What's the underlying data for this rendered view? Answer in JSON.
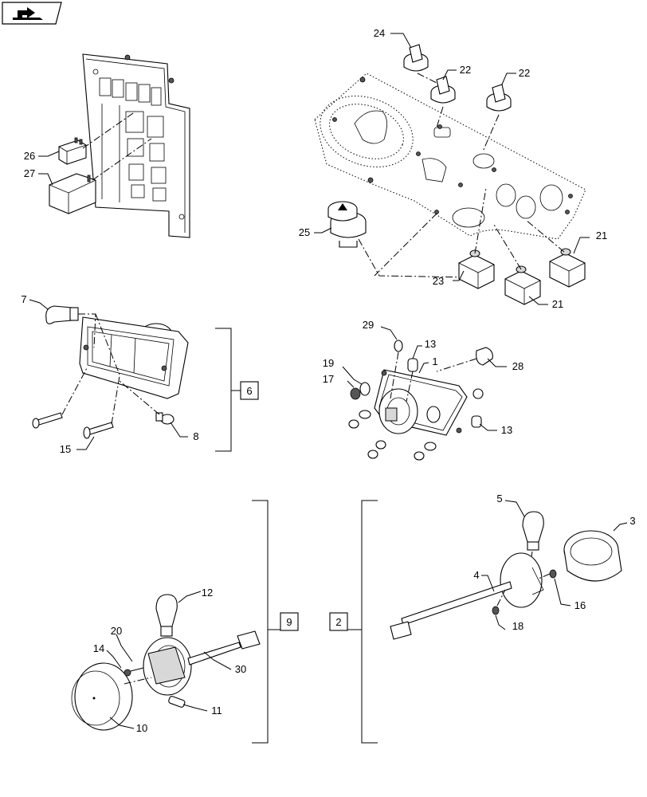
{
  "nav": {
    "icon": "arrow-back-icon"
  },
  "callouts": [
    {
      "id": "c24",
      "text": "24"
    },
    {
      "id": "c22a",
      "text": "22"
    },
    {
      "id": "c22b",
      "text": "22"
    },
    {
      "id": "c26",
      "text": "26"
    },
    {
      "id": "c27",
      "text": "27"
    },
    {
      "id": "c25",
      "text": "25"
    },
    {
      "id": "c21a",
      "text": "21"
    },
    {
      "id": "c23",
      "text": "23"
    },
    {
      "id": "c21b",
      "text": "21"
    },
    {
      "id": "c7",
      "text": "7"
    },
    {
      "id": "c15",
      "text": "15"
    },
    {
      "id": "c8",
      "text": "8"
    },
    {
      "id": "c29",
      "text": "29"
    },
    {
      "id": "c13a",
      "text": "13"
    },
    {
      "id": "c1",
      "text": "1"
    },
    {
      "id": "c19",
      "text": "19"
    },
    {
      "id": "c17",
      "text": "17"
    },
    {
      "id": "c28",
      "text": "28"
    },
    {
      "id": "c13b",
      "text": "13"
    },
    {
      "id": "c5",
      "text": "5"
    },
    {
      "id": "c3",
      "text": "3"
    },
    {
      "id": "c4",
      "text": "4"
    },
    {
      "id": "c16",
      "text": "16"
    },
    {
      "id": "c18",
      "text": "18"
    },
    {
      "id": "c12",
      "text": "12"
    },
    {
      "id": "c20",
      "text": "20"
    },
    {
      "id": "c14",
      "text": "14"
    },
    {
      "id": "c30",
      "text": "30"
    },
    {
      "id": "c11",
      "text": "11"
    },
    {
      "id": "c10",
      "text": "10"
    }
  ],
  "assembly_boxes": [
    {
      "id": "b6",
      "text": "6"
    },
    {
      "id": "b9",
      "text": "9"
    },
    {
      "id": "b2",
      "text": "2"
    }
  ]
}
